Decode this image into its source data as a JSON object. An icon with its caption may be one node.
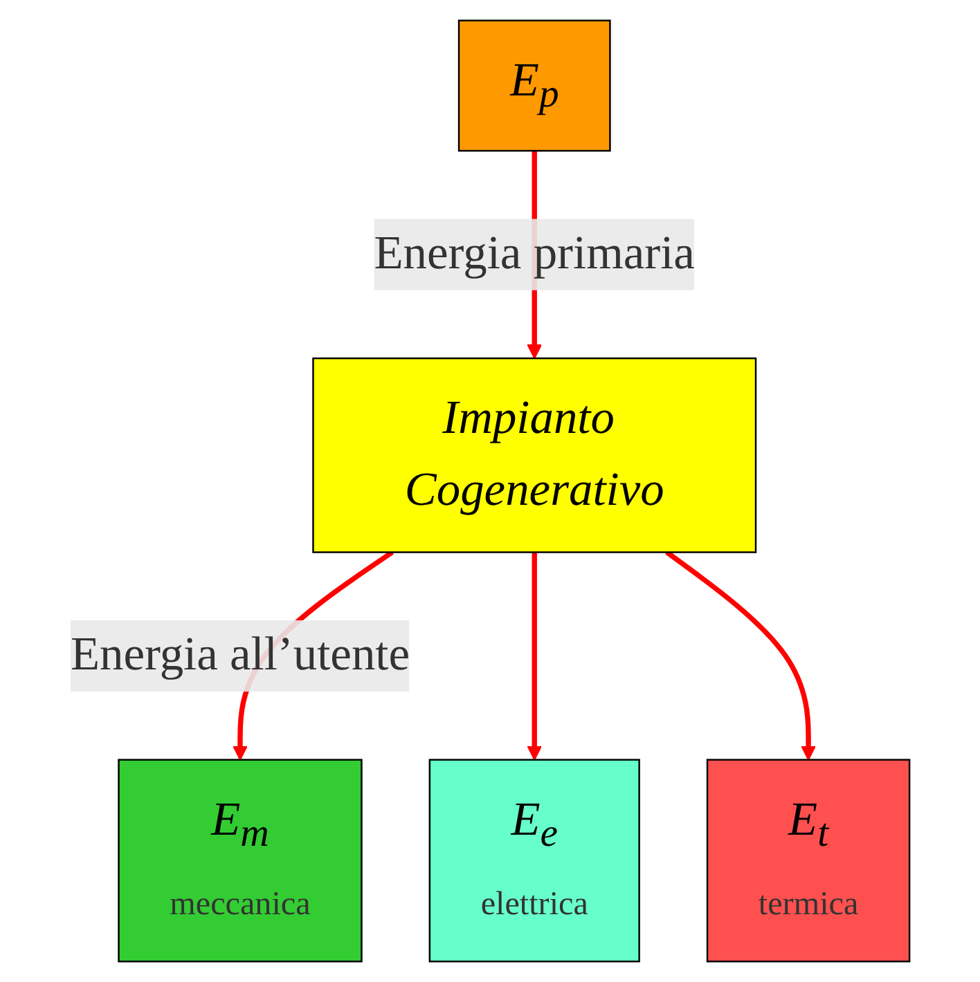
{
  "diagram": {
    "nodes": [
      {
        "text": [
          "E$_{p}$"
        ]
      },
      {
        "text": [
          "Impianto Cogenerativo"
        ]
      },
      {
        "text": [
          "E$_{m}$",
          "meccanica"
        ]
      },
      {
        "text": [
          "E$_{e}$",
          "elettrica"
        ]
      },
      {
        "text": [
          "E$_{t}$",
          "termica"
        ]
      }
    ],
    "edges": [
      {
        "from": 0,
        "to": 1,
        "arrow": "to",
        "label": "Energia primaria"
      },
      {
        "from": 1,
        "to": 2,
        "arrow": "to",
        "label": "Energia all’utente"
      },
      {
        "from": 1,
        "to": 3,
        "arrow": "to"
      },
      {
        "from": 1,
        "to": 4,
        "arrow": "to"
      }
    ]
  }
}
